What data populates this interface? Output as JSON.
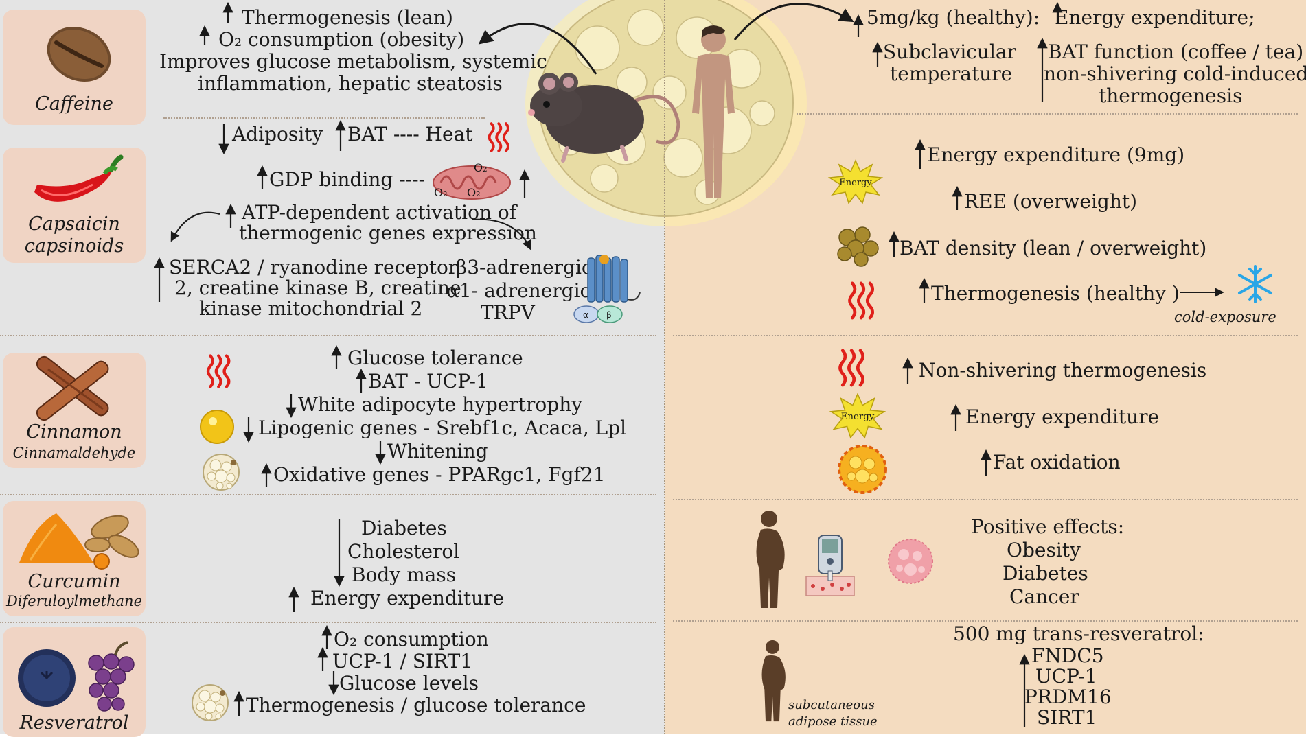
{
  "sections": {
    "caffeine": {
      "name": "Caffeine",
      "left_lines": [
        "Thermogenesis (lean)",
        "O₂ consumption  (obesity)",
        "Improves glucose metabolism, systemic",
        "inflammation, hepatic steatosis"
      ],
      "right_lines": [
        "5mg/kg  (healthy):",
        "Energy expenditure;",
        "Subclavicular",
        "temperature",
        "BAT function (coffee / tea)",
        "non-shivering cold-induced",
        "thermogenesis"
      ]
    },
    "capsaicin": {
      "name_line1": "Capsaicin",
      "name_line2": "capsinoids",
      "left_lines": [
        "Adiposity",
        "BAT ---- Heat",
        "GDP binding ----",
        "ATP-dependent activation of",
        "thermogenic genes expression",
        "SERCA2 / ryanodine receptor",
        "2, creatine kinase B,  creatine",
        "kinase mitochondrial 2",
        "β3-adrenergic",
        "α1- adrenergic",
        "TRPV"
      ],
      "mito_labels": [
        "O₂",
        "O₂",
        "O₂"
      ],
      "receptor_labels": [
        "α",
        "β"
      ],
      "right_lines": [
        "Energy expenditure (9mg)",
        "REE (overweight)",
        "BAT density (lean / overweight)",
        "Thermogenesis (healthy )",
        "cold-exposure"
      ],
      "energy_label": "Energy"
    },
    "cinnamon": {
      "name": "Cinnamon",
      "sub": "Cinnamaldehyde",
      "left_lines": [
        "Glucose tolerance",
        "BAT - UCP-1",
        "White adipocyte hypertrophy",
        "Lipogenic genes - Srebf1c, Acaca, Lpl",
        "Whitening",
        "Oxidative genes - PPARgc1, Fgf21"
      ],
      "right_lines": [
        "Non-shivering thermogenesis",
        "Energy expenditure",
        "Fat oxidation"
      ],
      "energy_label": "Energy"
    },
    "curcumin": {
      "name": "Curcumin",
      "sub": "Diferuloylmethane",
      "left_lines": [
        "Diabetes",
        "Cholesterol",
        "Body mass",
        "Energy expenditure"
      ],
      "right_lines": [
        "Positive effects:",
        "Obesity",
        "Diabetes",
        "Cancer"
      ]
    },
    "resveratrol": {
      "name": "Resveratrol",
      "left_lines": [
        "O₂ consumption",
        "UCP-1 / SIRT1",
        "Glucose levels",
        "Thermogenesis / glucose tolerance"
      ],
      "right_lines": [
        "500 mg trans-resveratrol:",
        "FNDC5",
        "UCP-1",
        "PRDM16",
        "SIRT1"
      ],
      "tissue_label_1": "subcutaneous",
      "tissue_label_2": "adipose tissue"
    }
  },
  "colors": {
    "left_bg": "#e4e4e4",
    "right_bg": "#f4dcc0",
    "card": "#f0d4c4",
    "heat": "#e0201a",
    "energy": "#f4e030",
    "glow": "#fff2a0"
  },
  "icons": [
    "coffee-bean-icon",
    "chili-pepper-icon",
    "cinnamon-stick-icon",
    "turmeric-icon",
    "blueberry-grape-icon",
    "mouse-icon",
    "human-icon",
    "heat-wave-icon",
    "mitochondrion-icon",
    "receptor-icon",
    "energy-burst-icon",
    "fat-droplet-icon",
    "adipocyte-icon",
    "snowflake-icon",
    "glucometer-icon",
    "cancer-cell-icon",
    "obese-silhouette-icon"
  ]
}
